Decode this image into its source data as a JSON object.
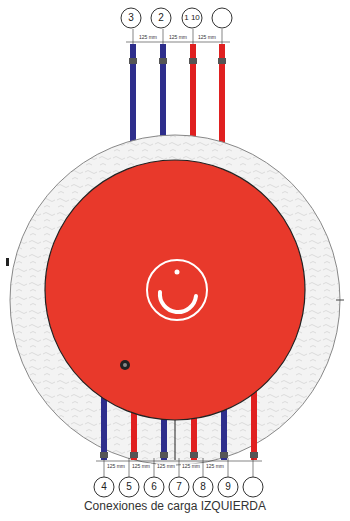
{
  "diagram": {
    "caption": "Conexiones de carga IZQUIERDA",
    "labels": [
      "3",
      "2",
      "1 10",
      "125 mm",
      "125 mm",
      "125 mm",
      "4",
      "5",
      "6",
      "7",
      "8",
      "9",
      "125 mm",
      "125 mm",
      "125 mm",
      "125 mm",
      "125 mm"
    ]
  }
}
